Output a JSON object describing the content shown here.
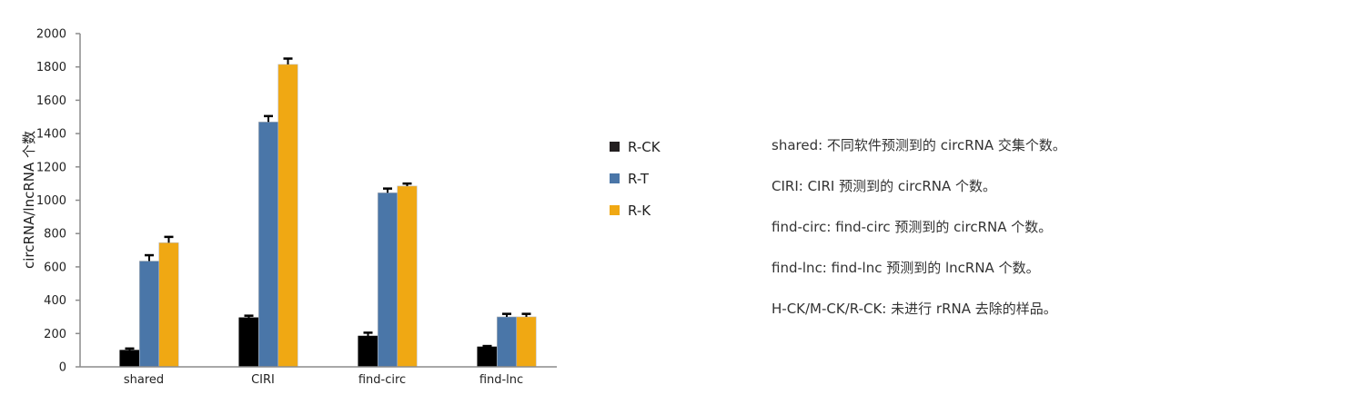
{
  "chart_data": {
    "type": "bar",
    "title": "",
    "xlabel": "",
    "ylabel": "circRNA/lncRNA 个数",
    "ylim": [
      0,
      2000
    ],
    "yticks": [
      0,
      200,
      400,
      600,
      800,
      1000,
      1200,
      1400,
      1600,
      1800,
      2000
    ],
    "grid": false,
    "legend_position": "right",
    "categories": [
      "shared",
      "CIRI",
      "find-circ",
      "find-lnc"
    ],
    "series": [
      {
        "name": "R-CK",
        "color": "#000000",
        "values": [
          100,
          295,
          185,
          120
        ],
        "errors": [
          10,
          12,
          20,
          5
        ]
      },
      {
        "name": "R-T",
        "color": "#4a76a8",
        "values": [
          635,
          1470,
          1045,
          300
        ],
        "errors": [
          35,
          35,
          25,
          18
        ]
      },
      {
        "name": "R-K",
        "color": "#f0a813",
        "values": [
          745,
          1815,
          1085,
          300
        ],
        "errors": [
          35,
          35,
          15,
          18
        ]
      }
    ]
  },
  "legend": {
    "items": [
      {
        "label": "R-CK",
        "color": "#231f20"
      },
      {
        "label": "R-T",
        "color": "#4a76a8"
      },
      {
        "label": "R-K",
        "color": "#f0a813"
      }
    ]
  },
  "notes": [
    "shared: 不同软件预测到的 circRNA 交集个数。",
    "CIRI: CIRI 预测到的 circRNA 个数。",
    "find-circ: find-circ 预测到的 circRNA 个数。",
    "find-lnc: find-lnc 预测到的 lncRNA 个数。",
    "H-CK/M-CK/R-CK: 未进行 rRNA 去除的样品。"
  ]
}
